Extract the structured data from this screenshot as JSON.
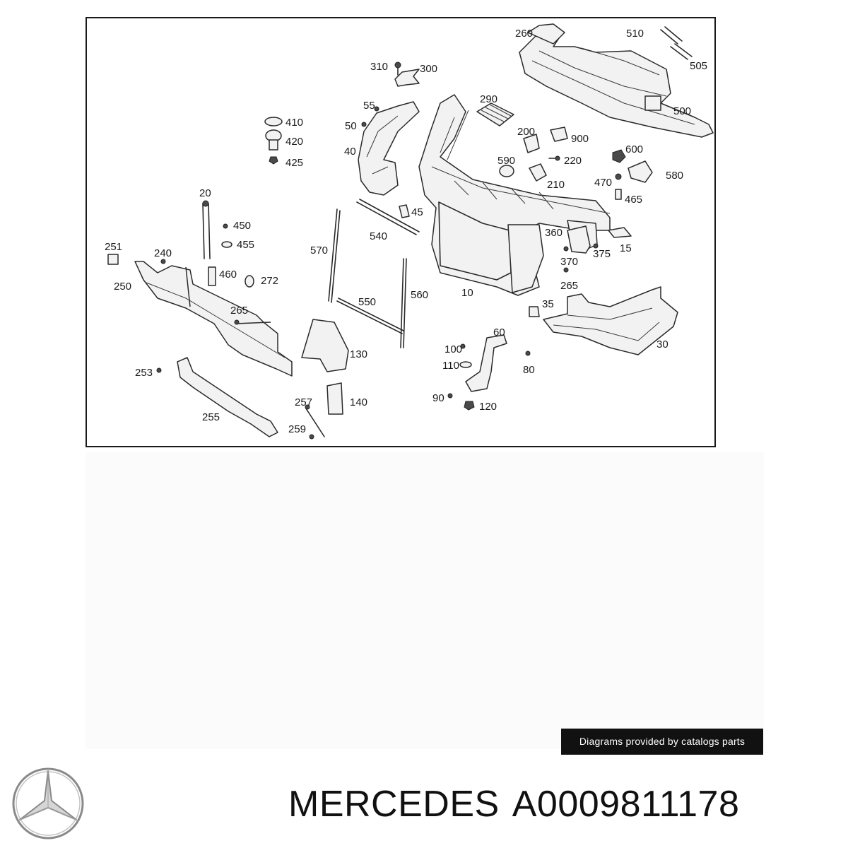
{
  "diagram": {
    "labels": {
      "l260": "260",
      "l510": "510",
      "l505": "505",
      "l500": "500",
      "l310": "310",
      "l300": "300",
      "l290": "290",
      "l55": "55",
      "l50": "50",
      "l40": "40",
      "l410": "410",
      "l420": "420",
      "l425": "425",
      "l200": "200",
      "l900": "900",
      "l590": "590",
      "l220": "220",
      "l210": "210",
      "l600": "600",
      "l470": "470",
      "l580": "580",
      "l465": "465",
      "l20": "20",
      "l450": "450",
      "l455": "455",
      "l460": "460",
      "l272": "272",
      "l251": "251",
      "l240": "240",
      "l250": "250",
      "l265a": "265",
      "l253": "253",
      "l255": "255",
      "l257": "257",
      "l259": "259",
      "l45": "45",
      "l540": "540",
      "l570": "570",
      "l550": "550",
      "l560": "560",
      "l130": "130",
      "l140": "140",
      "l360": "360",
      "l375": "375",
      "l15": "15",
      "l370": "370",
      "l265b": "265",
      "l10": "10",
      "l35": "35",
      "l30": "30",
      "l60": "60",
      "l100": "100",
      "l110": "110",
      "l80": "80",
      "l90": "90",
      "l120": "120"
    }
  },
  "credit": "Diagrams provided by catalogs parts",
  "footer": {
    "brand": "MERCEDES",
    "part_number": "A0009811178"
  },
  "logo": {
    "icon": "mercedes-star-icon",
    "color": "#8a8a8a"
  }
}
